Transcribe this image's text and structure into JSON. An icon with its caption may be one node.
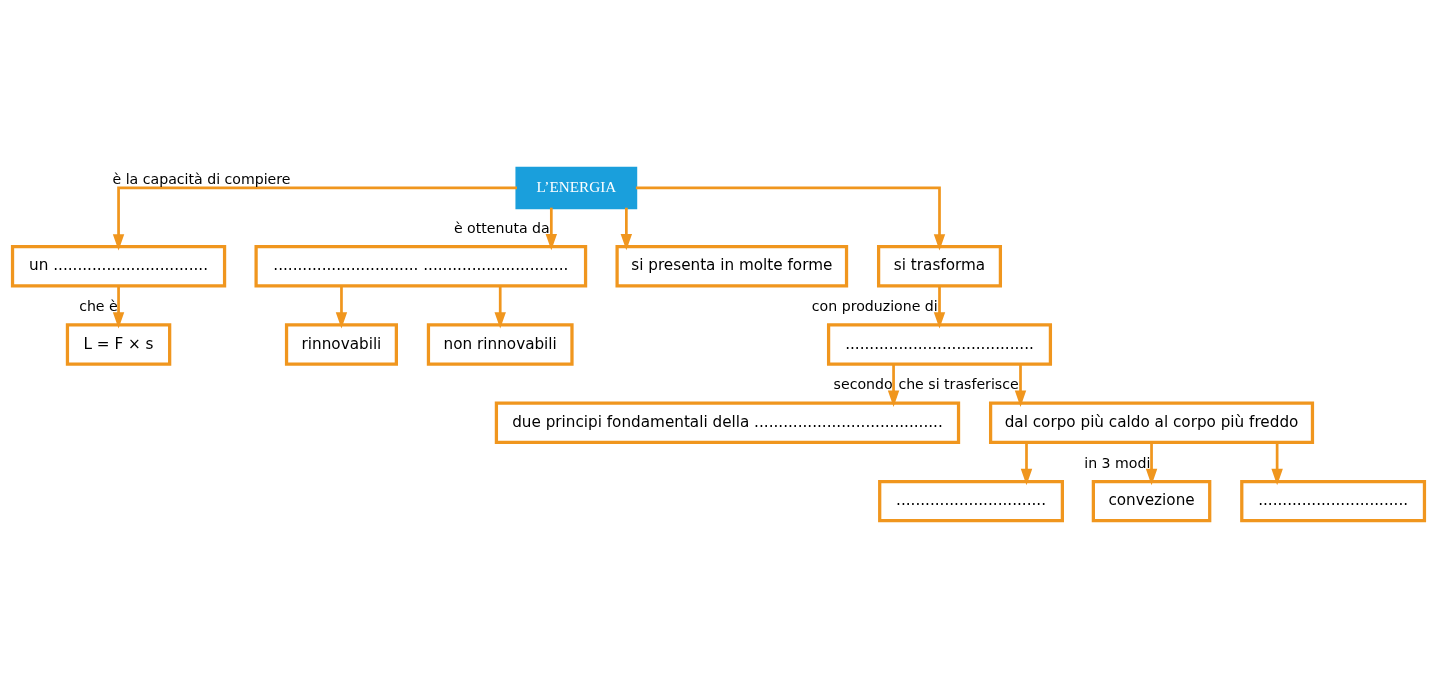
{
  "diagram": {
    "nodes": [
      {
        "text": [
          "L’ENERGIA"
        ]
      },
      {
        "text": [
          "un ................................"
        ]
      },
      {
        "text": [
          "L = F × s"
        ]
      },
      {
        "text": [
          ".............................. .............................."
        ]
      },
      {
        "text": [
          "rinnovabili"
        ]
      },
      {
        "text": [
          "non rinnovabili"
        ]
      },
      {
        "text": [
          "si presenta in molte forme"
        ]
      },
      {
        "text": [
          "si trasforma"
        ]
      },
      {
        "text": [
          "......................................."
        ]
      },
      {
        "text": [
          "due principi fondamentali della ......................................."
        ]
      },
      {
        "text": [
          "dal corpo più caldo al corpo più freddo"
        ]
      },
      {
        "text": [
          "..............................."
        ]
      },
      {
        "text": [
          "convezione"
        ]
      },
      {
        "text": [
          "..............................."
        ]
      }
    ],
    "edges": [
      {
        "from": 0,
        "to": 1,
        "arrow": "to",
        "label": "è la capacità di compiere"
      },
      {
        "from": 1,
        "to": 2,
        "arrow": "to",
        "label": "che è"
      },
      {
        "from": 0,
        "to": 3,
        "arrow": "to",
        "label": "è ottenuta da"
      },
      {
        "from": 3,
        "to": 4,
        "arrow": "to"
      },
      {
        "from": 3,
        "to": 5,
        "arrow": "to"
      },
      {
        "from": 0,
        "to": 6,
        "arrow": "to"
      },
      {
        "from": 0,
        "to": 7,
        "arrow": "to"
      },
      {
        "from": 7,
        "to": 8,
        "arrow": "to",
        "label": "con produzione di"
      },
      {
        "from": 8,
        "to": 9,
        "arrow": "to",
        "label": "secondo"
      },
      {
        "from": 8,
        "to": 10,
        "arrow": "to",
        "label": "che si trasferisce"
      },
      {
        "from": 10,
        "to": 11,
        "arrow": "to"
      },
      {
        "from": 10,
        "to": 12,
        "arrow": "to",
        "label": "in 3 modi"
      },
      {
        "from": 10,
        "to": 13,
        "arrow": "to"
      }
    ]
  }
}
